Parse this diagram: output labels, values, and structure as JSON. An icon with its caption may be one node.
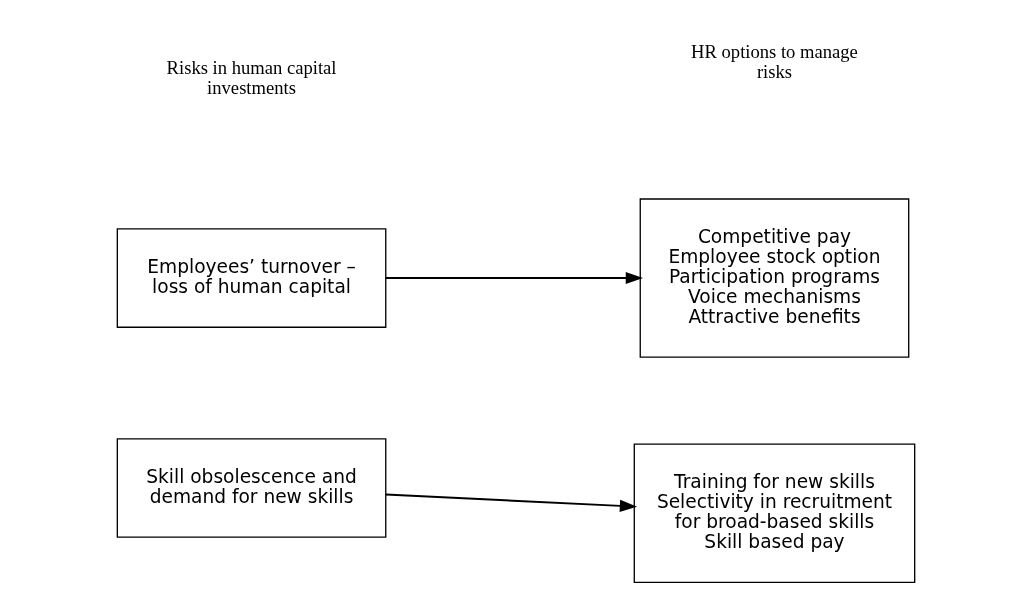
{
  "diagram": {
    "nodes": [
      {
        "text": [
          "Employees’ turnover – loss of human capital"
        ]
      },
      {
        "text": [
          "Competitive pay",
          "Employee stock option",
          "Participation programs",
          "Voice mechanisms",
          "Attractive benefits"
        ]
      },
      {
        "text": [
          "Skill obsolescence and demand for new skills"
        ]
      },
      {
        "text": [
          "Training for new skills",
          "Selectivity in recruitment for broad-based skills",
          "Skill based pay"
        ]
      }
    ],
    "edges": [
      {
        "from": 0,
        "to": 1,
        "arrow": "to"
      },
      {
        "from": 2,
        "to": 3,
        "arrow": "to"
      }
    ],
    "labels": [
      "Risks in human capital investments",
      "HR options to manage risks"
    ]
  }
}
